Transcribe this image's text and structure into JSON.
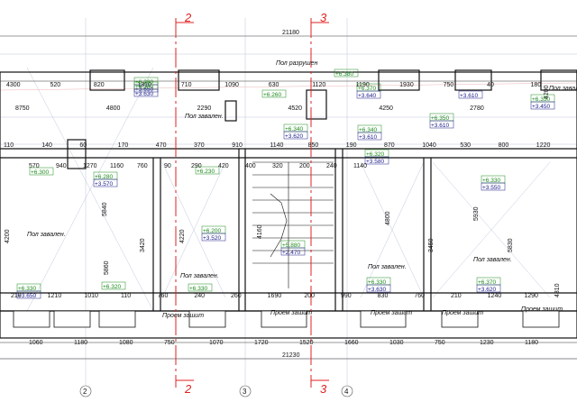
{
  "overall": {
    "top": "21180",
    "bottom": "21230"
  },
  "sections": [
    {
      "label": "2"
    },
    {
      "label": "3"
    }
  ],
  "axes": [
    "2",
    "3",
    "4"
  ],
  "room_labels": {
    "floor_destroyed": "Пол разрушен",
    "floor_littered": "Пол завален.",
    "opening_sewn": "Проем зашит"
  },
  "level_marks": [
    {
      "green": "+6.280",
      "blue": "+3.650"
    },
    {
      "green": "+6.300",
      "blue": ""
    },
    {
      "green": "+6.280",
      "blue": "+3.570"
    },
    {
      "green": "+6.230",
      "blue": ""
    },
    {
      "green": "+6.340",
      "blue": "+3.630"
    },
    {
      "green": "+6.260",
      "blue": ""
    },
    {
      "green": "+6.380",
      "blue": ""
    },
    {
      "green": "+6.340",
      "blue": "+3.620"
    },
    {
      "green": "+6.370",
      "blue": "+3.640"
    },
    {
      "green": "+6.340",
      "blue": "+3.610"
    },
    {
      "green": "+6.350",
      "blue": "+3.610"
    },
    {
      "green": "",
      "blue": "+3.610"
    },
    {
      "green": "+6.350",
      "blue": "+3.450"
    },
    {
      "green": "+6.320",
      "blue": "+3.580"
    },
    {
      "green": "+6.330",
      "blue": "+3.550"
    },
    {
      "green": "+6.200",
      "blue": "+3.520"
    },
    {
      "green": "+5.880",
      "blue": "+2.470"
    },
    {
      "green": "+6.330",
      "blue": "+3.650"
    },
    {
      "green": "+6.320",
      "blue": ""
    },
    {
      "green": "+6.330",
      "blue": ""
    },
    {
      "green": "+6.330",
      "blue": "+3.630"
    },
    {
      "green": "+6.370",
      "blue": "+3.620"
    }
  ],
  "top_dims": [
    "4300",
    "520",
    "820",
    "1310",
    "710",
    "1090",
    "630",
    "1120",
    "1190",
    "1930",
    "750",
    "40",
    "180"
  ],
  "upper_dims": [
    "8750",
    "4800",
    "2290",
    "4520",
    "4250",
    "2780"
  ],
  "mid_dims": [
    "110",
    "140",
    "60",
    "170",
    "470",
    "370",
    "910",
    "1140",
    "850",
    "190",
    "870",
    "1040",
    "530",
    "800",
    "1220"
  ],
  "row2_dims": [
    "570",
    "940",
    "1270",
    "1160",
    "760",
    "90",
    "290",
    "420",
    "400",
    "320",
    "200",
    "240",
    "1140"
  ],
  "side_dims": [
    "4200",
    "5840",
    "3420",
    "4220",
    "4160",
    "4800",
    "3450",
    "5930",
    "5830",
    "4200",
    "5860",
    "4310"
  ],
  "low_dims": [
    "210",
    "1210",
    "1010",
    "110",
    "760",
    "240",
    "260",
    "1690",
    "200",
    "990",
    "830",
    "760",
    "210",
    "1240",
    "1290"
  ],
  "bottom_dims": [
    "1060",
    "1180",
    "1080",
    "750",
    "1070",
    "1720",
    "1520",
    "1660",
    "1030",
    "750",
    "1230",
    "1180"
  ]
}
